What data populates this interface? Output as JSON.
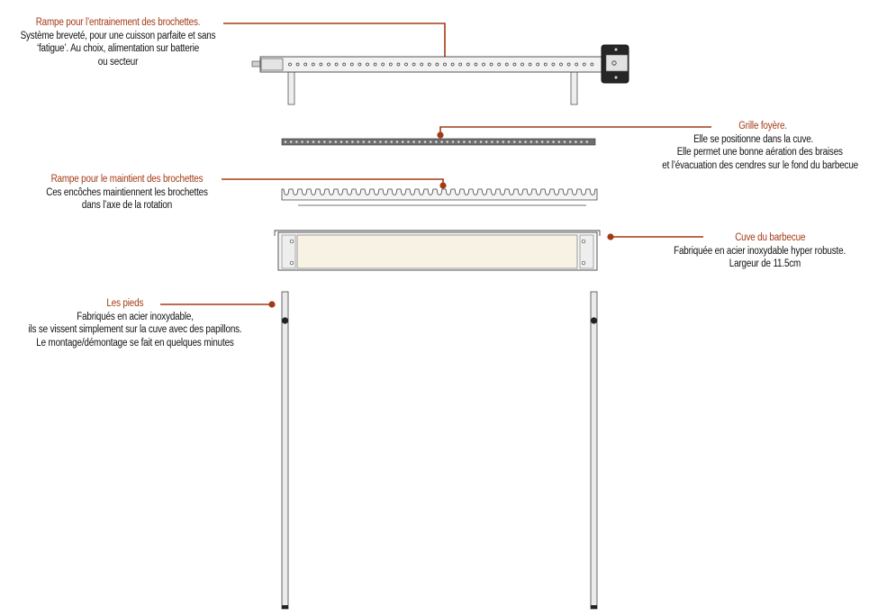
{
  "colors": {
    "accent": "#a33a16",
    "text": "#111111",
    "steel": "#e8e8e8",
    "panel": "#f7f1e4",
    "dark": "#2a2a2a"
  },
  "callouts": {
    "rampe_entrainement": {
      "title": "Rampe pour l’entrainement des brochettes.",
      "lines": [
        "Système breveté, pour une cuisson parfaite et sans",
        "‘fatigue’. Au choix, alimentation sur batterie",
        "ou secteur"
      ]
    },
    "grille_foyere": {
      "title": "Grille foyère.",
      "lines": [
        "Elle se positionne dans la cuve.",
        "Elle permet une bonne aération des braises",
        "et l’évacuation des cendres sur le fond du barbecue"
      ]
    },
    "rampe_maintient": {
      "title": "Rampe pour le maintient des brochettes",
      "lines": [
        "Ces encôches maintiennent les brochettes",
        "dans l’axe de la rotation"
      ]
    },
    "cuve": {
      "title": "Cuve du barbecue",
      "lines": [
        "Fabriquée en acier inoxydable hyper robuste.",
        "Largeur de 11.5cm"
      ]
    },
    "pieds": {
      "title": "Les pieds",
      "lines": [
        "Fabriqués en acier inoxydable,",
        "ils se vissent simplement sur la cuve avec des papillons.",
        "Le montage/démontage se fait en quelques minutes"
      ]
    }
  }
}
